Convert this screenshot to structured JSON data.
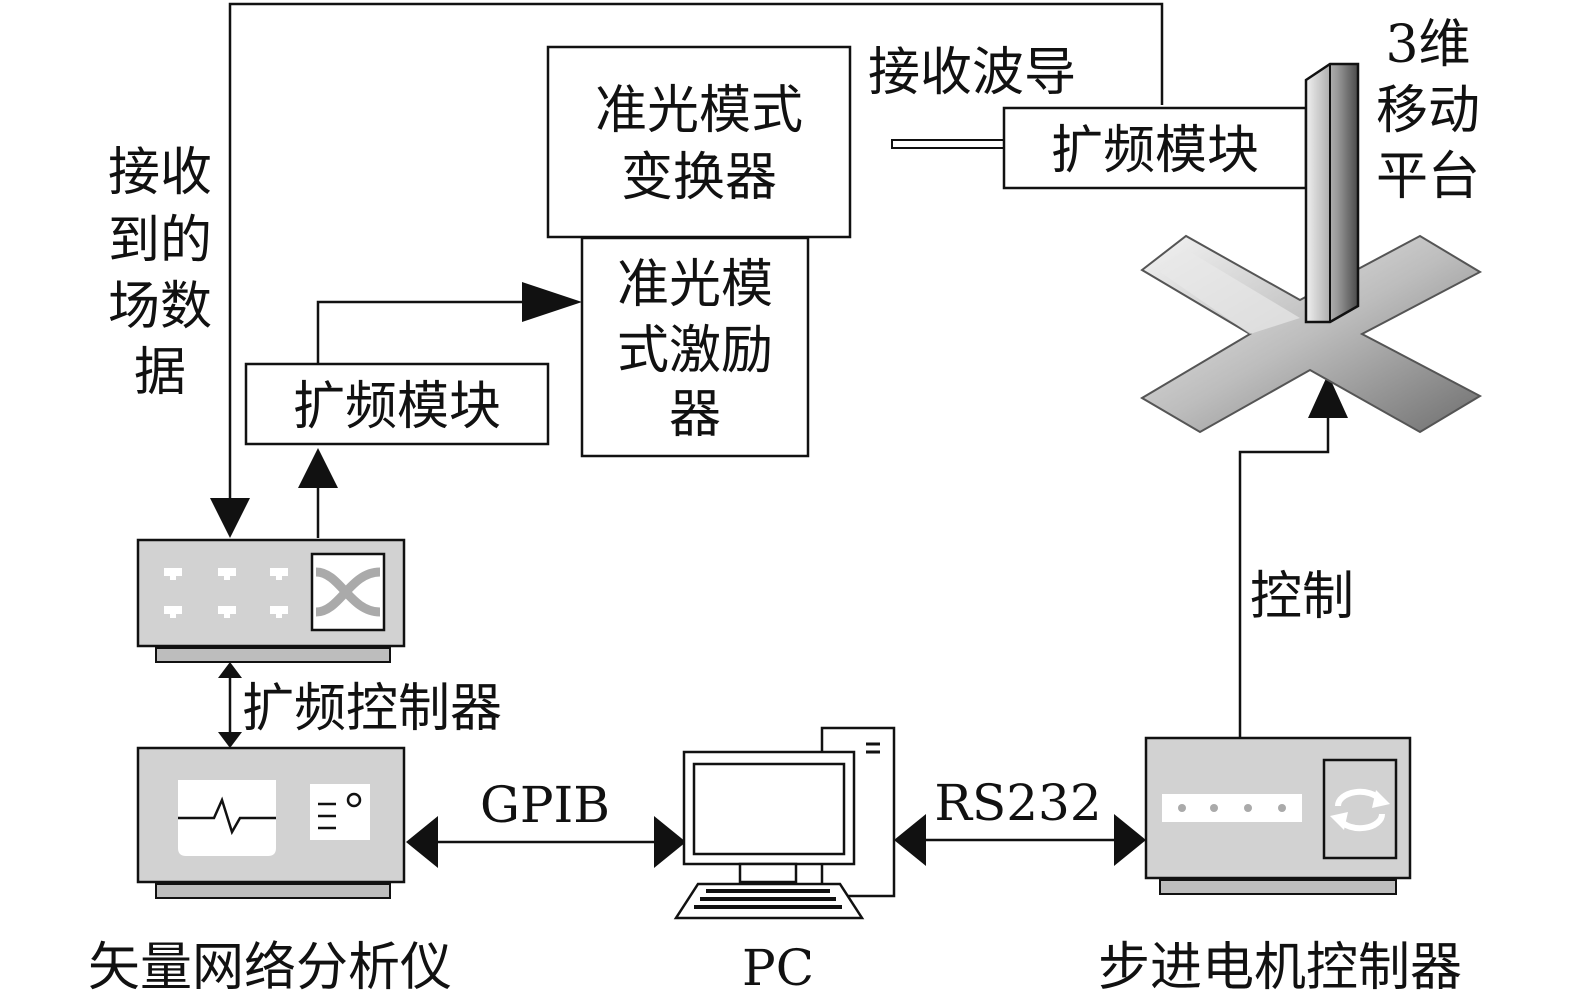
{
  "labels": {
    "qo_converter_line1": "准光模式",
    "qo_converter_line2": "变换器",
    "qo_exciter_line1": "准光模",
    "qo_exciter_line2": "式激励",
    "qo_exciter_line3": "器",
    "freq_module_left": "扩频模块",
    "freq_module_right": "扩频模块",
    "receive_waveguide": "接收波导",
    "platform_line1": "3维",
    "platform_line2": "移动",
    "platform_line3": "平台",
    "received_data_line1": "接收",
    "received_data_line2": "到的",
    "received_data_line3": "场数",
    "received_data_line4": "据",
    "freq_controller": "扩频控制器",
    "control": "控制",
    "gpib": "GPIB",
    "rs232": "RS232",
    "vna": "矢量网络分析仪",
    "pc": "PC",
    "stepper_controller": "步进电机控制器"
  },
  "icons": {
    "freq_controller_device": "frequency-extender-controller-icon",
    "vna_device": "vector-network-analyzer-icon",
    "pc_device": "desktop-computer-icon",
    "stepper_device": "stepper-motor-controller-icon",
    "platform_device": "3d-motion-stage-icon"
  },
  "colors": {
    "line": "#111111",
    "device_fill": "#d2d2d2",
    "background": "#ffffff"
  }
}
